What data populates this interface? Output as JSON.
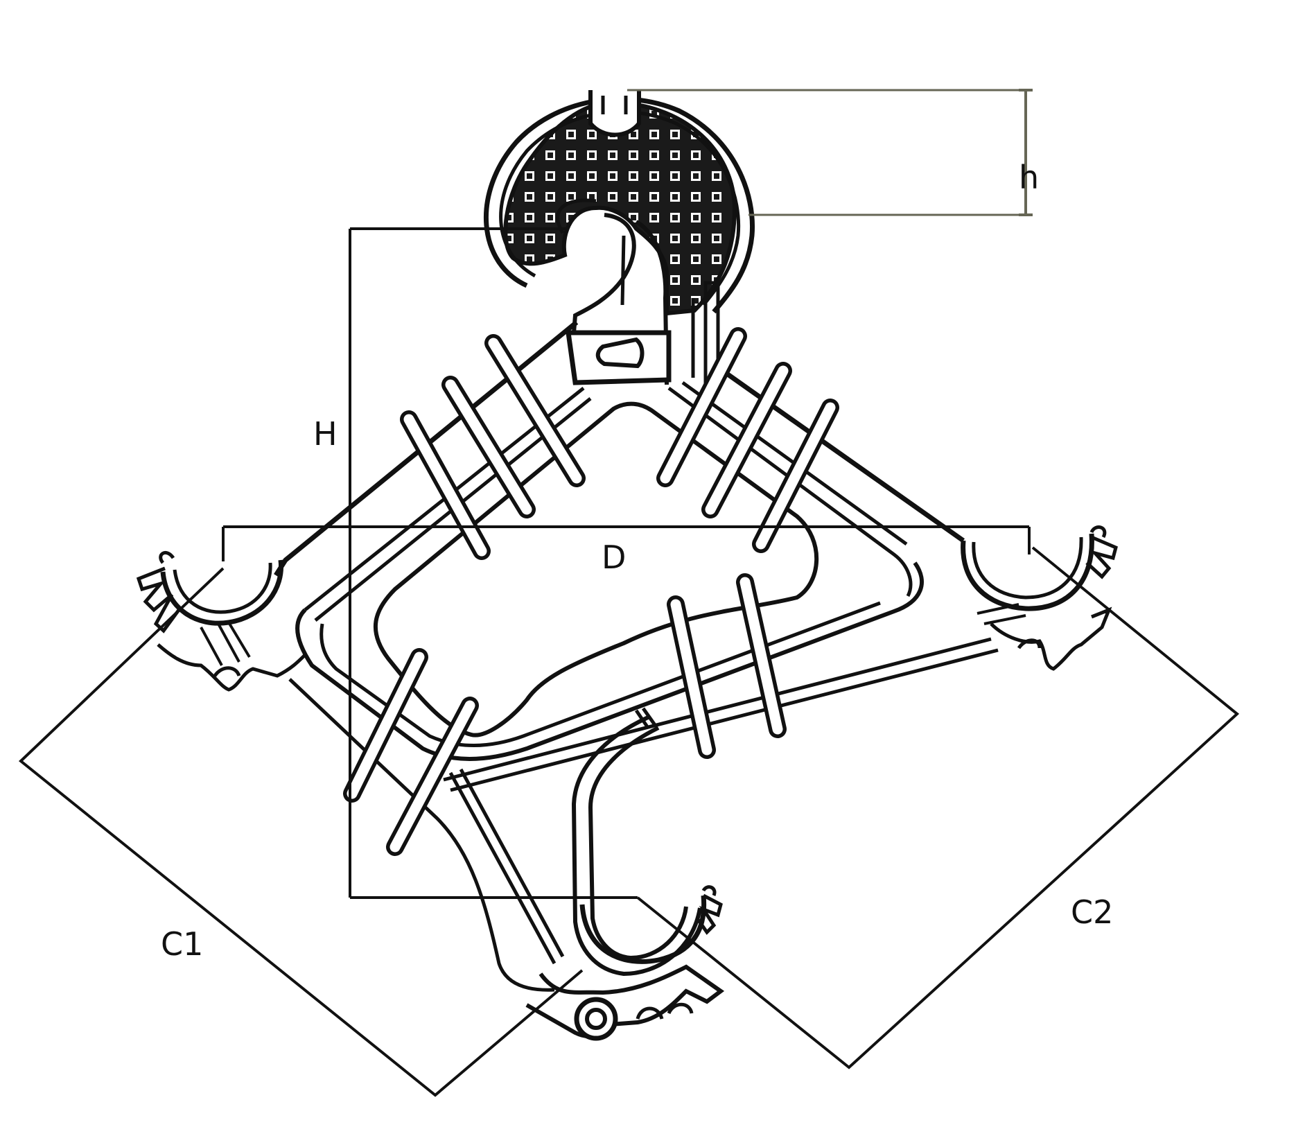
{
  "diagram": {
    "labels": {
      "h": "h",
      "H": "H",
      "D": "D",
      "C1": "C1",
      "C2": "C2"
    },
    "colors": {
      "line": "#111111",
      "guide": "#666655",
      "background": "#ffffff"
    }
  }
}
